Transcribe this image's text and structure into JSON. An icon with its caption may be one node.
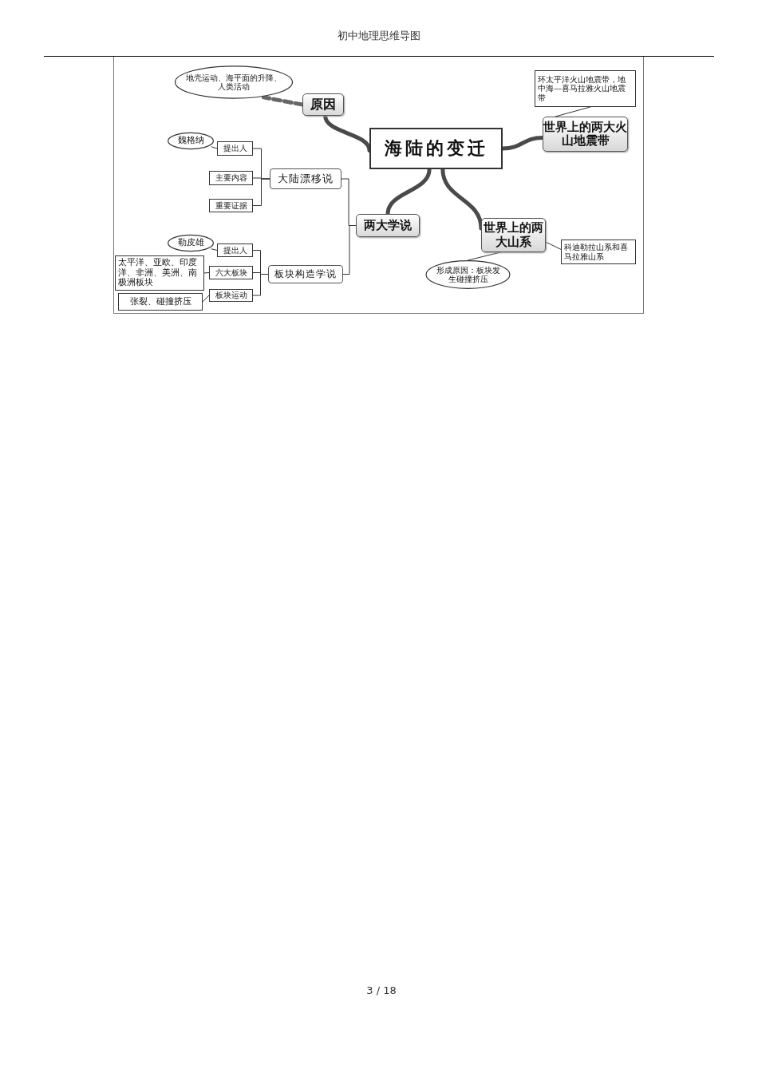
{
  "diagram": {
    "nodes": [
      {
        "text": [
          "海陆的变迁"
        ]
      },
      {
        "text": [
          "原因"
        ]
      },
      {
        "text": [
          "地壳运动、海平面的升降、人类活动"
        ]
      },
      {
        "text": [
          "世界上的两大火山地震带"
        ]
      },
      {
        "text": [
          "环太平洋火山地震带，地中海—喜马拉雅火山地震带"
        ]
      },
      {
        "text": [
          "两大学说"
        ]
      },
      {
        "text": [
          "大陆漂移说"
        ]
      },
      {
        "text": [
          "提出人"
        ]
      },
      {
        "text": [
          "魏格纳"
        ]
      },
      {
        "text": [
          "主要内容"
        ]
      },
      {
        "text": [
          "重要证据"
        ]
      },
      {
        "text": [
          "板块构造学说"
        ]
      },
      {
        "text": [
          "提出人"
        ]
      },
      {
        "text": [
          "勒皮雄"
        ]
      },
      {
        "text": [
          "六大板块"
        ]
      },
      {
        "text": [
          "太平洋、亚欧、印度洋、非洲、美洲、南极洲板块"
        ]
      },
      {
        "text": [
          "板块运动"
        ]
      },
      {
        "text": [
          "张裂、碰撞挤压"
        ]
      },
      {
        "text": [
          "世界上的两大山系"
        ]
      },
      {
        "text": [
          "科迪勒拉山系和喜马拉雅山系"
        ]
      },
      {
        "text": [
          "形成原因：板块发生碰撞挤压"
        ]
      }
    ],
    "edges": [
      {
        "from": 0,
        "to": 1,
        "arrow": "none",
        "style": "thick"
      },
      {
        "from": 0,
        "to": 3,
        "arrow": "none",
        "style": "thick"
      },
      {
        "from": 0,
        "to": 5,
        "arrow": "none",
        "style": "thick"
      },
      {
        "from": 0,
        "to": 18,
        "arrow": "none",
        "style": "thick"
      },
      {
        "from": 1,
        "to": 2,
        "arrow": "none",
        "style": "dashed"
      },
      {
        "from": 3,
        "to": 4,
        "arrow": "none"
      },
      {
        "from": 5,
        "to": 6,
        "arrow": "none"
      },
      {
        "from": 5,
        "to": 11,
        "arrow": "none"
      },
      {
        "from": 6,
        "to": 7,
        "arrow": "none"
      },
      {
        "from": 6,
        "to": 9,
        "arrow": "none"
      },
      {
        "from": 6,
        "to": 10,
        "arrow": "none"
      },
      {
        "from": 7,
        "to": 8,
        "arrow": "none"
      },
      {
        "from": 11,
        "to": 12,
        "arrow": "none"
      },
      {
        "from": 11,
        "to": 14,
        "arrow": "none"
      },
      {
        "from": 11,
        "to": 16,
        "arrow": "none"
      },
      {
        "from": 12,
        "to": 13,
        "arrow": "none"
      },
      {
        "from": 14,
        "to": 15,
        "arrow": "none"
      },
      {
        "from": 16,
        "to": 17,
        "arrow": "none"
      },
      {
        "from": 18,
        "to": 19,
        "arrow": "none"
      },
      {
        "from": 18,
        "to": 20,
        "arrow": "none"
      }
    ],
    "labels": [
      "初中地理思维导图",
      "3 / 18"
    ]
  }
}
